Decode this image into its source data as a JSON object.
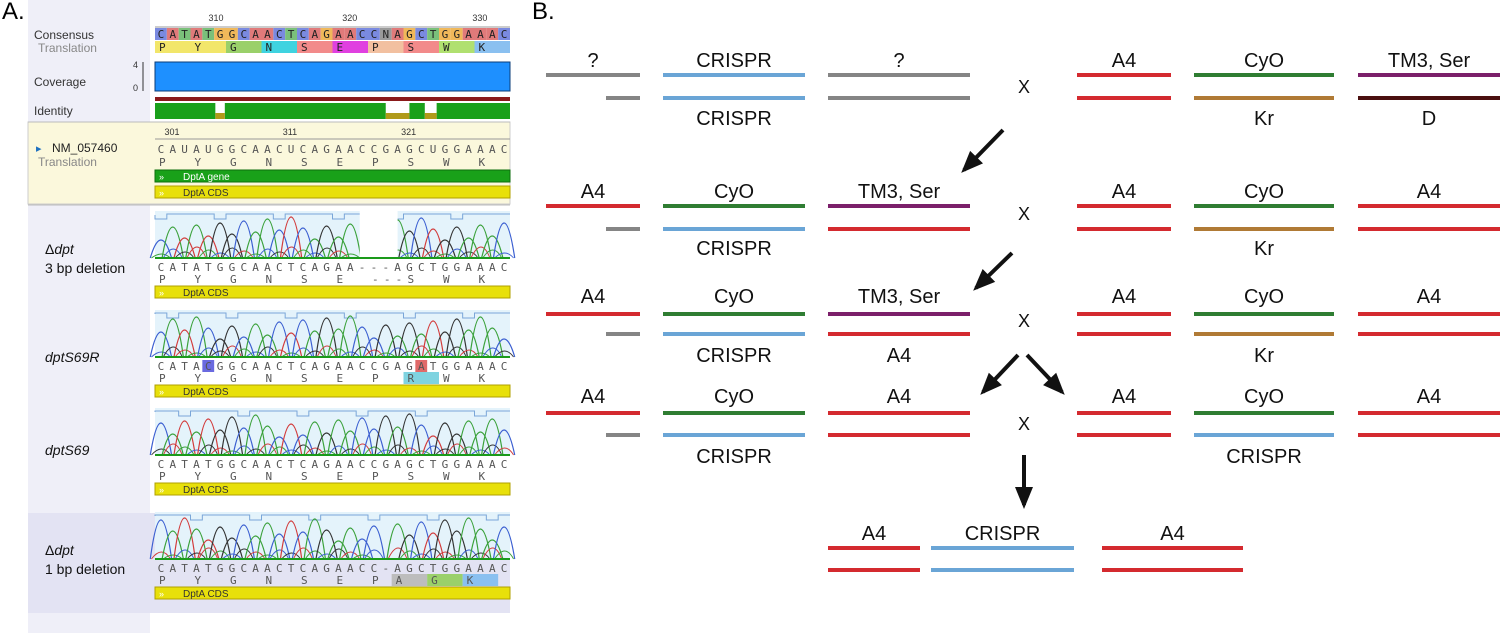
{
  "panel_a": {
    "label": "A.",
    "header": {
      "consensus": "Consensus",
      "translation": "Translation",
      "coverage": "Coverage",
      "identity": "Identity",
      "cov_max": "4",
      "cov_min": "0",
      "ruler": [
        "310",
        "320",
        "330"
      ],
      "consensus_seq": "CATATGGCAACTCAGAACCNAGCTGGAAAC",
      "consensus_aa": [
        "P",
        "Y",
        "G",
        "N",
        "S",
        "E",
        "P",
        "S",
        "W",
        "K"
      ]
    },
    "reference": {
      "name": "NM_057460",
      "translation": "Translation",
      "ruler": [
        "301",
        "311",
        "321"
      ],
      "seq": "CAUAUGGCAACUCAGAACCGAGCUGGAAAC",
      "aa": [
        "P",
        "Y",
        "G",
        "N",
        "S",
        "E",
        "P",
        "S",
        "W",
        "K"
      ],
      "gene_bar": "DptA gene",
      "cds_bar": "DptA CDS"
    },
    "tracks": [
      {
        "name_prefix": "Δ",
        "name_italic": "dpt",
        "name_line2": "3 bp deletion",
        "seq": "CATATGGCAACTCAGAA---AGCTGGAAAC",
        "aa": [
          "P",
          "Y",
          "G",
          "N",
          "S",
          "E",
          "-",
          "-",
          "-",
          "S",
          "W",
          "K"
        ],
        "cds": "DptA CDS"
      },
      {
        "name_italic": "dptS69R",
        "seq": "CATACGGCAACTCAGAACCGAGATGGAAAC",
        "aa": [
          "P",
          "Y",
          "G",
          "N",
          "S",
          "E",
          "P",
          "R",
          "W",
          "K"
        ],
        "cds": "DptA CDS"
      },
      {
        "name_italic": "dptS69",
        "seq": "CATATGGCAACTCAGAACCGAGCTGGAAAC",
        "aa": [
          "P",
          "Y",
          "G",
          "N",
          "S",
          "E",
          "P",
          "S",
          "W",
          "K"
        ],
        "cds": "DptA CDS"
      },
      {
        "name_prefix": "Δ",
        "name_italic": "dpt",
        "name_line2": "1 bp deletion",
        "seq": "CATATGGCAACTCAGAACC-AGCTGGAAAC",
        "aa": [
          "P",
          "Y",
          "G",
          "N",
          "S",
          "E",
          "P",
          "A",
          "G",
          "K"
        ],
        "cds": "DptA CDS"
      }
    ]
  },
  "panel_b": {
    "label": "B.",
    "cross_symbol": "X",
    "rows": [
      {
        "left": [
          {
            "top_label": "?",
            "bottom_label": "",
            "top_color": "#858585",
            "bottom_color": "#858585",
            "bottom_short": true
          },
          {
            "top_label": "CRISPR",
            "bottom_label": "CRISPR",
            "top_color": "#6aa5d6",
            "bottom_color": "#6aa5d6",
            "bottom_short": false
          },
          {
            "top_label": "?",
            "bottom_label": "",
            "top_color": "#858585",
            "bottom_color": "#858585",
            "bottom_short": false
          }
        ],
        "right": [
          {
            "top_label": "A4",
            "bottom_label": "",
            "top_color": "#d42a2f",
            "bottom_color": "#d42a2f"
          },
          {
            "top_label": "CyO",
            "bottom_label": "Kr",
            "top_color": "#2f7d32",
            "bottom_color": "#b07a35"
          },
          {
            "top_label": "TM3, Ser",
            "bottom_label": "D",
            "top_color": "#7b1f6a",
            "bottom_color": "#4a1010"
          }
        ]
      },
      {
        "left": [
          {
            "top_label": "A4",
            "bottom_label": "",
            "top_color": "#d42a2f",
            "bottom_color": "#858585",
            "bottom_short": true
          },
          {
            "top_label": "CyO",
            "bottom_label": "CRISPR",
            "top_color": "#2f7d32",
            "bottom_color": "#6aa5d6",
            "bottom_short": false
          },
          {
            "top_label": "TM3, Ser",
            "bottom_label": "",
            "top_color": "#7b1f6a",
            "bottom_color": "#d42a2f",
            "bottom_short": false
          }
        ],
        "right": [
          {
            "top_label": "A4",
            "bottom_label": "",
            "top_color": "#d42a2f",
            "bottom_color": "#d42a2f"
          },
          {
            "top_label": "CyO",
            "bottom_label": "Kr",
            "top_color": "#2f7d32",
            "bottom_color": "#b07a35"
          },
          {
            "top_label": "A4",
            "bottom_label": "",
            "top_color": "#d42a2f",
            "bottom_color": "#d42a2f"
          }
        ]
      },
      {
        "left": [
          {
            "top_label": "A4",
            "bottom_label": "",
            "top_color": "#d42a2f",
            "bottom_color": "#858585",
            "bottom_short": true
          },
          {
            "top_label": "CyO",
            "bottom_label": "CRISPR",
            "top_color": "#2f7d32",
            "bottom_color": "#6aa5d6",
            "bottom_short": false
          },
          {
            "top_label": "TM3, Ser",
            "bottom_label": "A4",
            "top_color": "#7b1f6a",
            "bottom_color": "#d42a2f",
            "bottom_short": false
          }
        ],
        "right": [
          {
            "top_label": "A4",
            "bottom_label": "",
            "top_color": "#d42a2f",
            "bottom_color": "#d42a2f"
          },
          {
            "top_label": "CyO",
            "bottom_label": "Kr",
            "top_color": "#2f7d32",
            "bottom_color": "#b07a35"
          },
          {
            "top_label": "A4",
            "bottom_label": "",
            "top_color": "#d42a2f",
            "bottom_color": "#d42a2f"
          }
        ]
      },
      {
        "left": [
          {
            "top_label": "A4",
            "bottom_label": "",
            "top_color": "#d42a2f",
            "bottom_color": "#858585",
            "bottom_short": true
          },
          {
            "top_label": "CyO",
            "bottom_label": "CRISPR",
            "top_color": "#2f7d32",
            "bottom_color": "#6aa5d6",
            "bottom_short": false
          },
          {
            "top_label": "A4",
            "bottom_label": "",
            "top_color": "#d42a2f",
            "bottom_color": "#d42a2f",
            "bottom_short": false
          }
        ],
        "right": [
          {
            "top_label": "A4",
            "bottom_label": "",
            "top_color": "#d42a2f",
            "bottom_color": "#d42a2f"
          },
          {
            "top_label": "CyO",
            "bottom_label": "CRISPR",
            "top_color": "#2f7d32",
            "bottom_color": "#6aa5d6"
          },
          {
            "top_label": "A4",
            "bottom_label": "",
            "top_color": "#d42a2f",
            "bottom_color": "#d42a2f"
          }
        ]
      }
    ],
    "final": [
      {
        "top_label": "A4",
        "top_color": "#d42a2f",
        "bottom_color": "#d42a2f"
      },
      {
        "top_label": "CRISPR",
        "top_color": "#6aa5d6",
        "bottom_color": "#6aa5d6"
      },
      {
        "top_label": "A4",
        "top_color": "#d42a2f",
        "bottom_color": "#d42a2f"
      }
    ]
  },
  "colors": {
    "nuc_A": "#e07a7a",
    "nuc_C": "#7a8ae0",
    "nuc_G": "#f0b85a",
    "nuc_T": "#7ac07a",
    "trace_A": "#3aa13a",
    "trace_C": "#3b5fd1",
    "trace_G": "#333333",
    "trace_T": "#d23b3b",
    "coverage": "#1e90ff",
    "identity": "#1aa01a",
    "gene_bar": "#19a119",
    "cds_bar": "#e8e00a",
    "arrow": "#111111"
  }
}
